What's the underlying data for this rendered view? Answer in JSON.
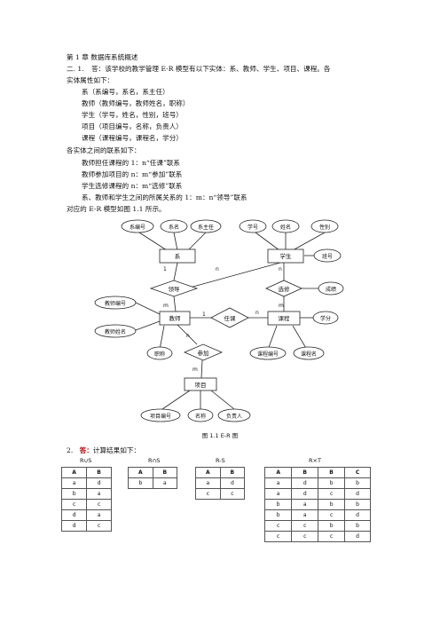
{
  "heading": "第 1 章 数据库系统概述",
  "q1": {
    "number": "二. 1.",
    "answer_intro": "答：该学校的教学管理 E-R 模型有以下实体：系、教师、学生、项目、课程。各",
    "answer_intro_cont": "实体属性如下：",
    "entities": [
      "系（系编号，系名，系主任）",
      "教师（教师编号，教师姓名，职称）",
      "学生（学号，姓名，性别，班号）",
      "项目（项目编号，名称，负责人）",
      "课程（课程编号，课程名，学分）"
    ],
    "relations_intro": "各实体之间的联系如下：",
    "relations": [
      "教师担任课程的 1：n“任课”联系",
      "教师参加项目的 n：m“参加”联系",
      "学生选修课程的 n：m“选修”联系",
      "系、教师和学生之间的所属关系的 1：m：n“领导”联系"
    ],
    "figure_ref": "对应的 E-R 模型如图 1.1 所示。"
  },
  "er": {
    "entities": {
      "dept": "系",
      "student": "学生",
      "teacher": "教师",
      "course": "课程",
      "project": "项目"
    },
    "relationships": {
      "lead": "领导",
      "elect": "选修",
      "teach": "任课",
      "join": "参加"
    },
    "attributes": {
      "dept_no": "系编号",
      "dept_name": "系名",
      "dept_head": "系主任",
      "stu_no": "学号",
      "stu_name": "姓名",
      "stu_sex": "性别",
      "stu_class": "班号",
      "grade": "成绩",
      "tea_no": "教师编号",
      "tea_name": "教师姓名",
      "tea_title": "职称",
      "credit": "学分",
      "course_no": "课程编号",
      "course_name": "课程名",
      "proj_no": "项目编号",
      "proj_name": "名称",
      "proj_leader": "负责人"
    },
    "card": {
      "c1": "1",
      "cn": "n",
      "cn2": "n",
      "cm": "m",
      "cm2": "m",
      "c1b": "1",
      "cnb": "n",
      "cnc": "n",
      "cmc": "m"
    },
    "caption": "图 1.1 E-R 图"
  },
  "q2": {
    "number": "2.",
    "answer_label": "答：",
    "answer_text": "计算结果如下：",
    "tables": [
      {
        "caption": "R∪S",
        "headers": [
          "A",
          "B"
        ],
        "rows": [
          [
            "a",
            "d"
          ],
          [
            "b",
            "a"
          ],
          [
            "c",
            "c"
          ],
          [
            "d",
            "a"
          ],
          [
            "d",
            "c"
          ]
        ]
      },
      {
        "caption": "R∩S",
        "headers": [
          "A",
          "B"
        ],
        "rows": [
          [
            "b",
            "a"
          ]
        ]
      },
      {
        "caption": "R-S",
        "headers": [
          "A",
          "B"
        ],
        "rows": [
          [
            "a",
            "d"
          ],
          [
            "c",
            "c"
          ]
        ]
      },
      {
        "caption": "R×T",
        "headers": [
          "A",
          "B",
          "B",
          "C"
        ],
        "rows": [
          [
            "a",
            "d",
            "b",
            "b"
          ],
          [
            "a",
            "d",
            "c",
            "d"
          ],
          [
            "b",
            "a",
            "b",
            "b"
          ],
          [
            "b",
            "a",
            "c",
            "d"
          ],
          [
            "c",
            "c",
            "b",
            "b"
          ],
          [
            "c",
            "c",
            "c",
            "d"
          ]
        ]
      }
    ]
  }
}
